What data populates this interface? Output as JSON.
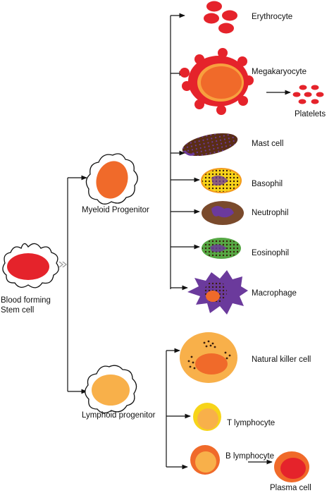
{
  "stem": {
    "line1": "Blood forming",
    "line2": "Stem cell"
  },
  "progenitors": {
    "myeloid": "Myeloid Progenitor",
    "lymphoid": "Lymphoid progenitor"
  },
  "myeloid_cells": [
    {
      "label": "Erythrocyte",
      "icon": "erythrocyte-icon"
    },
    {
      "label": "Megakaryocyte",
      "icon": "megakaryocyte-icon"
    },
    {
      "label": "Mast cell",
      "icon": "mast-cell-icon"
    },
    {
      "label": "Basophil",
      "icon": "basophil-icon"
    },
    {
      "label": "Neutrophil",
      "icon": "neutrophil-icon"
    },
    {
      "label": "Eosinophil",
      "icon": "eosinophil-icon"
    },
    {
      "label": "Macrophage",
      "icon": "macrophage-icon"
    }
  ],
  "derived": {
    "platelets": "Platelets",
    "plasma_cell": "Plasma cell"
  },
  "lymphoid_cells": [
    {
      "label": "Natural killer cell",
      "icon": "natural-killer-cell-icon"
    },
    {
      "label": "T lymphocyte",
      "icon": "t-lymphocyte-icon"
    },
    {
      "label": "B lymphocyte",
      "icon": "b-lymphocyte-icon"
    }
  ],
  "colors": {
    "line": "#111111",
    "red": "#e5232b",
    "orange": "#f06a2a",
    "light_orange": "#f8b04a",
    "yellow": "#f7d419",
    "purple": "#6b3a9c",
    "brown": "#5a2d16",
    "green": "#56a844"
  }
}
